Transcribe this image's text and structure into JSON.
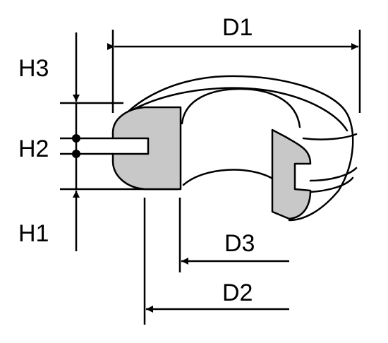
{
  "labels": {
    "d1": "D1",
    "d2": "D2",
    "d3": "D3",
    "h1": "H1",
    "h2": "H2",
    "h3": "H3"
  },
  "colors": {
    "line": "#000000",
    "section_fill": "#c8c8c8",
    "body_fill": "#ffffff"
  }
}
